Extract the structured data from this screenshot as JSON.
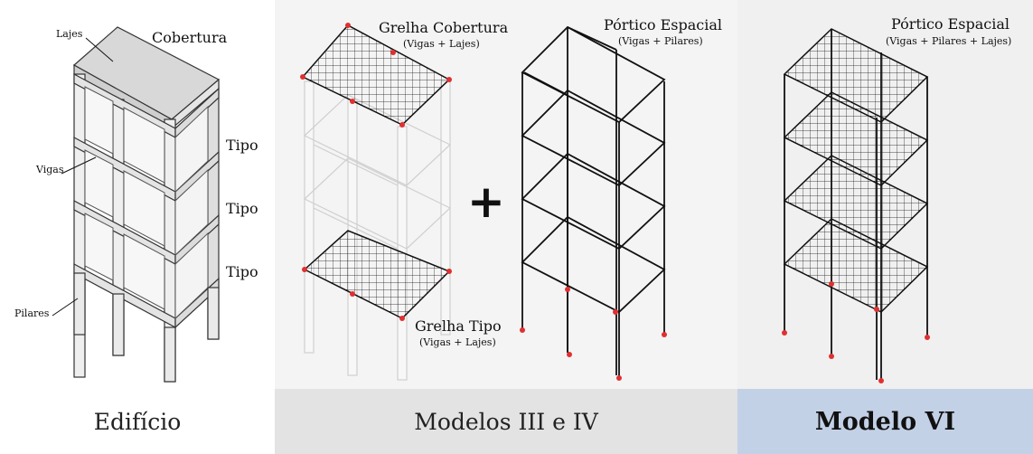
{
  "edificio": {
    "labels": {
      "lajes": "Lajes",
      "cobertura": "Cobertura",
      "vigas": "Vigas",
      "pilares": "Pilares",
      "tipo1": "Tipo",
      "tipo2": "Tipo",
      "tipo3": "Tipo"
    },
    "footer": "Edifício"
  },
  "modelos": {
    "grelha_cobertura": {
      "title": "Grelha Cobertura",
      "subtitle": "(Vigas + Lajes)"
    },
    "grelha_tipo": {
      "title": "Grelha Tipo",
      "subtitle": "(Vigas + Lajes)"
    },
    "portico": {
      "title": "Pórtico Espacial",
      "subtitle": "(Vigas + Pilares)"
    },
    "plus": "+",
    "footer": "Modelos III e IV"
  },
  "modelo6": {
    "portico": {
      "title": "Pórtico Espacial",
      "subtitle": "(Vigas + Pilares + Lajes)"
    },
    "footer": "Modelo VI"
  },
  "colors": {
    "support": "#e03030",
    "structure": "#111111",
    "ghost": "#cfcfcf",
    "highlight_footer": "#c3d1e6"
  }
}
